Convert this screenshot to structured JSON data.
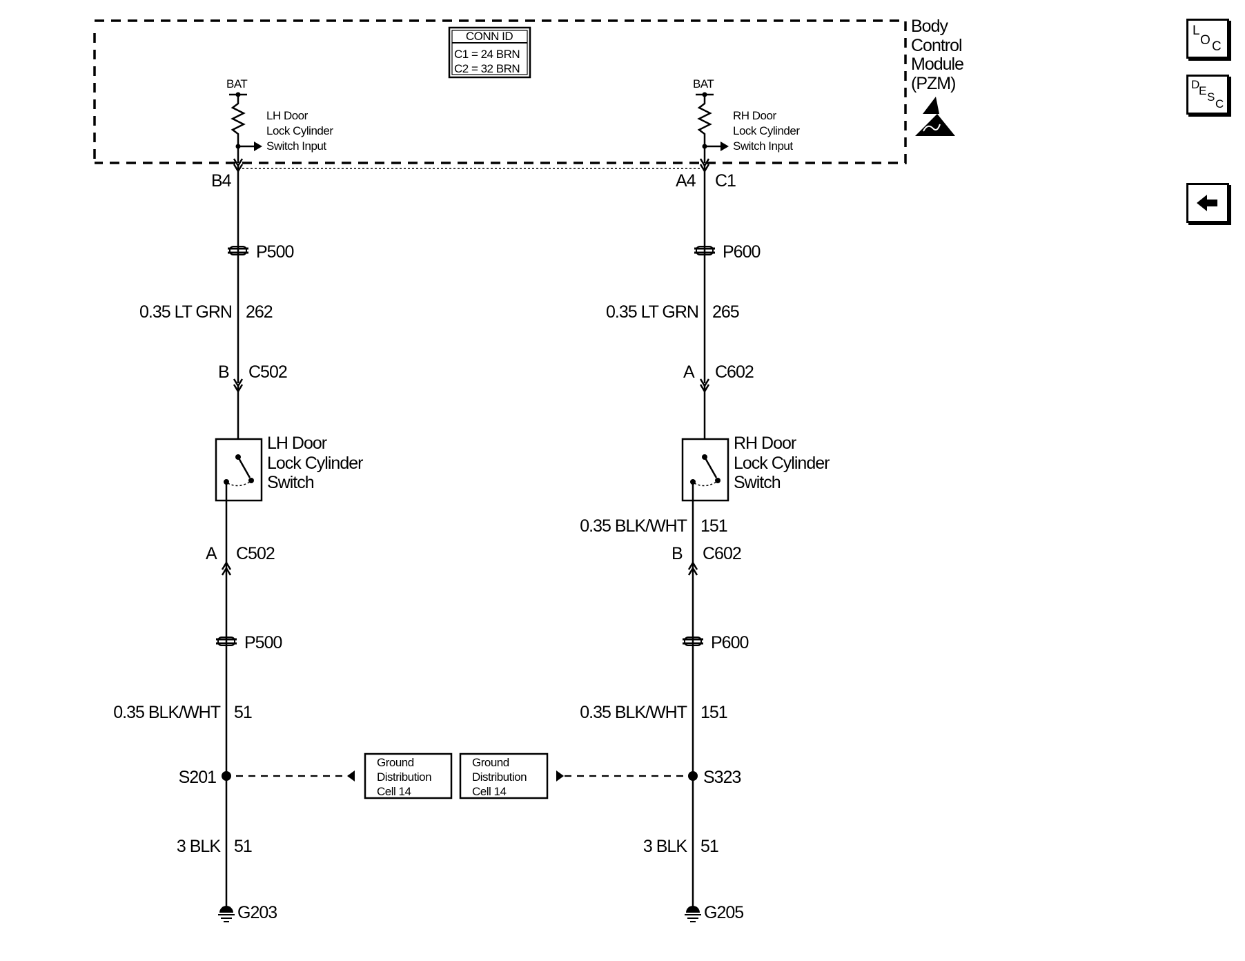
{
  "module": {
    "title_lines": [
      "Body",
      "Control",
      "Module",
      "(PZM)"
    ],
    "conn_id_header": "CONN ID",
    "conn_id_lines": [
      "C1 = 24 BRN",
      "C2 = 32 BRN"
    ]
  },
  "left": {
    "bat": "BAT",
    "input_lines": [
      "LH Door",
      "Lock Cylinder",
      "Switch Input"
    ],
    "pin_top": "B4",
    "splice_top": "P500",
    "wire1_desc": "0.35 LT GRN",
    "wire1_circuit": "262",
    "conn_a_pin": "B",
    "conn_a": "C502",
    "switch_lines": [
      "LH Door",
      "Lock Cylinder",
      "Switch"
    ],
    "conn_b_pin": "A",
    "conn_b": "C502",
    "splice_bottom": "P500",
    "wire2_desc": "0.35 BLK/WHT",
    "wire2_circuit": "51",
    "splice_node": "S201",
    "wire3_desc": "3 BLK",
    "wire3_circuit": "51",
    "ground": "G203"
  },
  "right": {
    "bat": "BAT",
    "input_lines": [
      "RH Door",
      "Lock Cylinder",
      "Switch Input"
    ],
    "pin_top": "A4",
    "pin_top_conn": "C1",
    "splice_top": "P600",
    "wire1_desc": "0.35 LT GRN",
    "wire1_circuit": "265",
    "conn_a_pin": "A",
    "conn_a": "C602",
    "switch_lines": [
      "RH Door",
      "Lock Cylinder",
      "Switch"
    ],
    "wire_mid_desc": "0.35 BLK/WHT",
    "wire_mid_circuit": "151",
    "conn_b_pin": "B",
    "conn_b": "C602",
    "splice_bottom": "P600",
    "wire2_desc": "0.35 BLK/WHT",
    "wire2_circuit": "151",
    "splice_node": "S323",
    "wire3_desc": "3 BLK",
    "wire3_circuit": "51",
    "ground": "G205"
  },
  "ground_boxes": [
    {
      "lines": [
        "Ground",
        "Distribution",
        "Cell 14"
      ]
    },
    {
      "lines": [
        "Ground",
        "Distribution",
        "Cell 14"
      ]
    }
  ],
  "nav": {
    "loc": {
      "l": "L",
      "o": "O",
      "c": "C"
    },
    "desc": {
      "d": "D",
      "e": "E",
      "s": "S",
      "c": "C"
    },
    "back_icon": "left-arrow-icon"
  }
}
